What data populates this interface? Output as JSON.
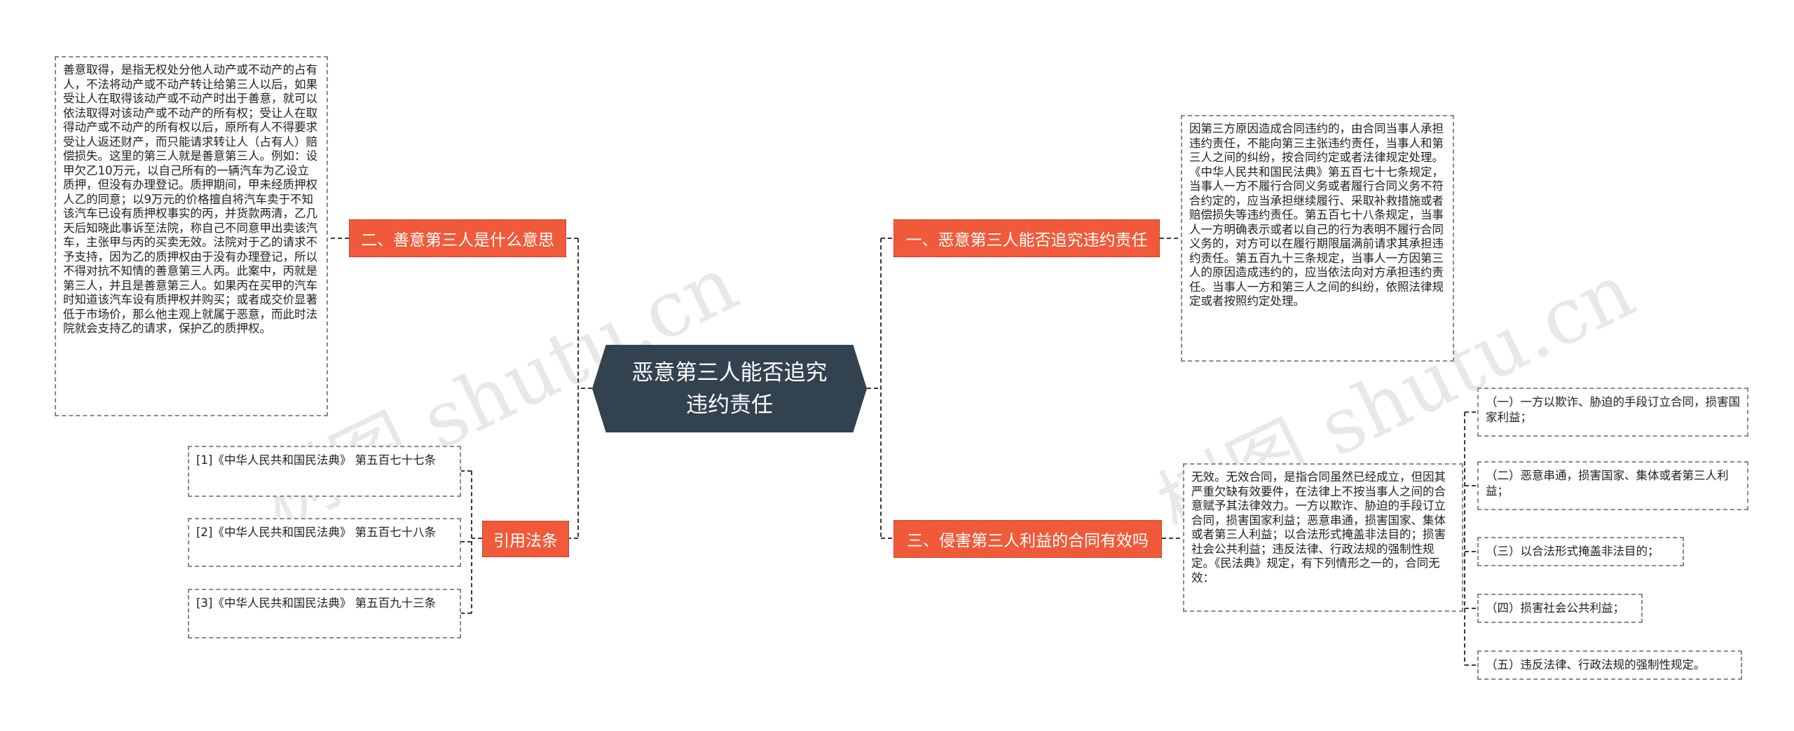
{
  "root": {
    "title": "恶意第三人能否追究违约责任"
  },
  "left": {
    "branch2": {
      "label": "二、善意第三人是什么意思",
      "detail": "善意取得，是指无权处分他人动产或不动产的占有人，不法将动产或不动产转让给第三人以后，如果受让人在取得该动产或不动产时出于善意，就可以依法取得对该动产或不动产的所有权；受让人在取得动产或不动产的所有权以后，原所有人不得要求受让人返还财产，而只能请求转让人（占有人）赔偿损失。这里的第三人就是善意第三人。例如：设甲欠乙10万元，以自己所有的一辆汽车为乙设立质押，但没有办理登记。质押期间，甲未经质押权人乙的同意；以9万元的价格擅自将汽车卖于不知该汽车已设有质押权事实的丙，并货款两清，乙几天后知晓此事诉至法院，称自己不同意甲出卖该汽车，主张甲与丙的买卖无效。法院对于乙的请求不予支持，因为乙的质押权由于没有办理登记，所以不得对抗不知情的善意第三人丙。此案中，丙就是第三人，并且是善意第三人。如果丙在买甲的汽车时知道该汽车设有质押权并购买；或者成交价显著低于市场价，那么他主观上就属于恶意，而此时法院就会支持乙的请求，保护乙的质押权。"
    },
    "refs": {
      "label": "引用法条",
      "items": [
        "[1]《中华人民共和国民法典》 第五百七十七条",
        "[2]《中华人民共和国民法典》 第五百七十八条",
        "[3]《中华人民共和国民法典》 第五百九十三条"
      ]
    }
  },
  "right": {
    "branch1": {
      "label": "一、恶意第三人能否追究违约责任",
      "detail": "因第三方原因造成合同违约的，由合同当事人承担违约责任，不能向第三主张违约责任，当事人和第三人之间的纠纷，按合同约定或者法律规定处理。《中华人民共和国民法典》第五百七十七条规定，当事人一方不履行合同义务或者履行合同义务不符合约定的，应当承担继续履行、采取补救措施或者赔偿损失等违约责任。第五百七十八条规定，当事人一方明确表示或者以自己的行为表明不履行合同义务的，对方可以在履行期限届满前请求其承担违约责任。第五百九十三条规定，当事人一方因第三人的原因造成违约的，应当依法向对方承担违约责任。当事人一方和第三人之间的纠纷，依照法律规定或者按照约定处理。"
    },
    "branch3": {
      "label": "三、侵害第三人利益的合同有效吗",
      "detail": "无效。无效合同，是指合同虽然已经成立，但因其严重欠缺有效要件，在法律上不按当事人之间的合意赋予其法律效力。一方以欺诈、胁迫的手段订立合同，损害国家利益；恶意串通，损害国家、集体或者第三人利益；以合法形式掩盖非法目的；损害社会公共利益；违反法律、行政法规的强制性规定。《民法典》规定，有下列情形之一的，合同无效：",
      "items": [
        "（一）一方以欺诈、胁迫的手段订立合同，损害国家利益；",
        "（二）恶意串通，损害国家、集体或者第三人利益；",
        "（三）以合法形式掩盖非法目的；",
        "（四）损害社会公共利益；",
        "（五）违反法律、行政法规的强制性规定。"
      ]
    }
  }
}
